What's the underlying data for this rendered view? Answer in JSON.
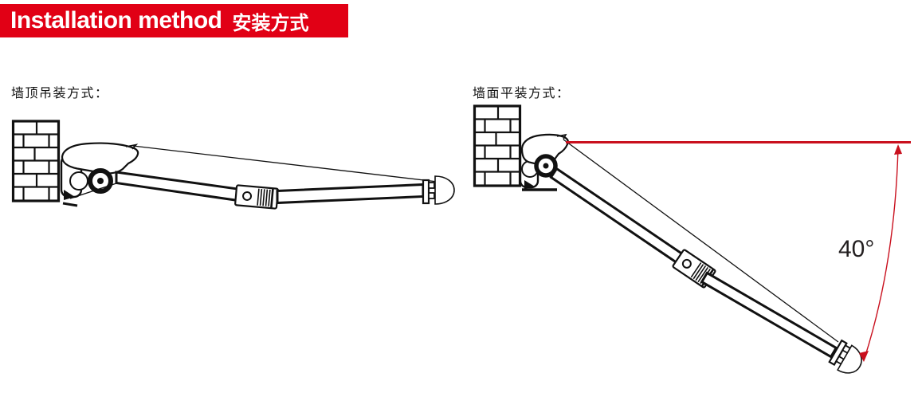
{
  "banner": {
    "title_en": "Installation method",
    "title_zh": "安装方式",
    "bg_color": "#e10015",
    "text_color": "#ffffff"
  },
  "diagrams": {
    "ceiling_mount": {
      "label": "墙顶吊装方式："
    },
    "flat_wall_mount": {
      "label": "墙面平装方式：",
      "angle_label": "40°",
      "reference_line_color": "#c9101e"
    }
  }
}
